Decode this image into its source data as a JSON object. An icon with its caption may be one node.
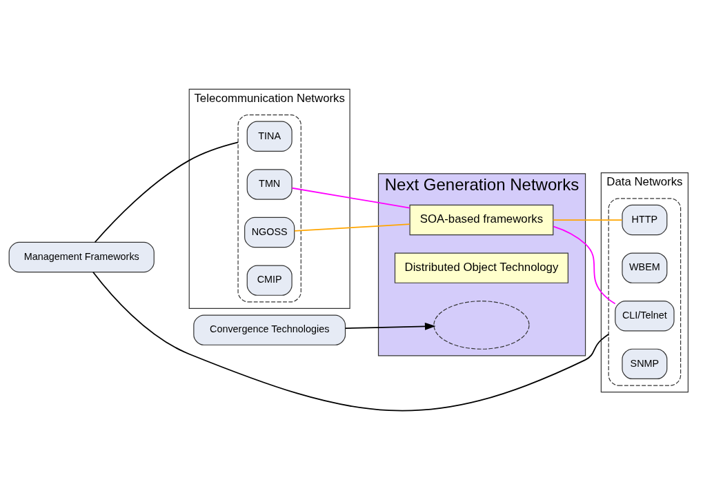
{
  "diagram": {
    "nodes": [
      {
        "text": [
          "Next Generation Networks"
        ]
      },
      {
        "text": [
          "Telecommunication Networks"
        ]
      },
      {
        "text": [],
        "shape": "ellipse",
        "in": 1
      },
      {
        "text": [
          "TINA"
        ],
        "in": 2
      },
      {
        "text": [
          "TMN"
        ],
        "in": 2
      },
      {
        "text": [
          "NGOSS"
        ],
        "in": 2
      },
      {
        "text": [
          "CMIP"
        ],
        "in": 2
      },
      {
        "text": [
          "Data Networks"
        ]
      },
      {
        "text": [],
        "shape": "ellipse",
        "in": 7
      },
      {
        "text": [
          "CLI/Telnet"
        ],
        "in": 8
      },
      {
        "text": [
          "WBEM"
        ],
        "in": 8
      },
      {
        "text": [
          "HTTP"
        ],
        "in": 8
      },
      {
        "text": [
          "SNMP"
        ],
        "in": 8
      },
      {
        "text": [],
        "shape": "ellipse",
        "in": 0
      },
      {
        "text": [
          "Distributed Object Technology"
        ],
        "in": 0
      },
      {
        "text": [
          "SOA-based frameworks"
        ],
        "in": 0
      },
      {
        "text": [
          "Convergence Technologies"
        ]
      },
      {
        "text": [
          "Management Frameworks"
        ]
      }
    ],
    "edges": [
      {
        "from": 4,
        "to": 15,
        "arrow": "none",
        "color": "#ff00ff"
      },
      {
        "from": 5,
        "to": 15,
        "arrow": "none",
        "color": "#ffa500"
      },
      {
        "from": 15,
        "to": 9,
        "arrow": "none",
        "color": "#ff00ff"
      },
      {
        "from": 15,
        "to": 11,
        "arrow": "none",
        "color": "#ffa500"
      },
      {
        "from": 16,
        "to": 13,
        "arrow": "to"
      },
      {
        "from": 17,
        "to": 2,
        "arrow": "none"
      },
      {
        "from": 17,
        "to": 8,
        "arrow": "none"
      }
    ]
  }
}
